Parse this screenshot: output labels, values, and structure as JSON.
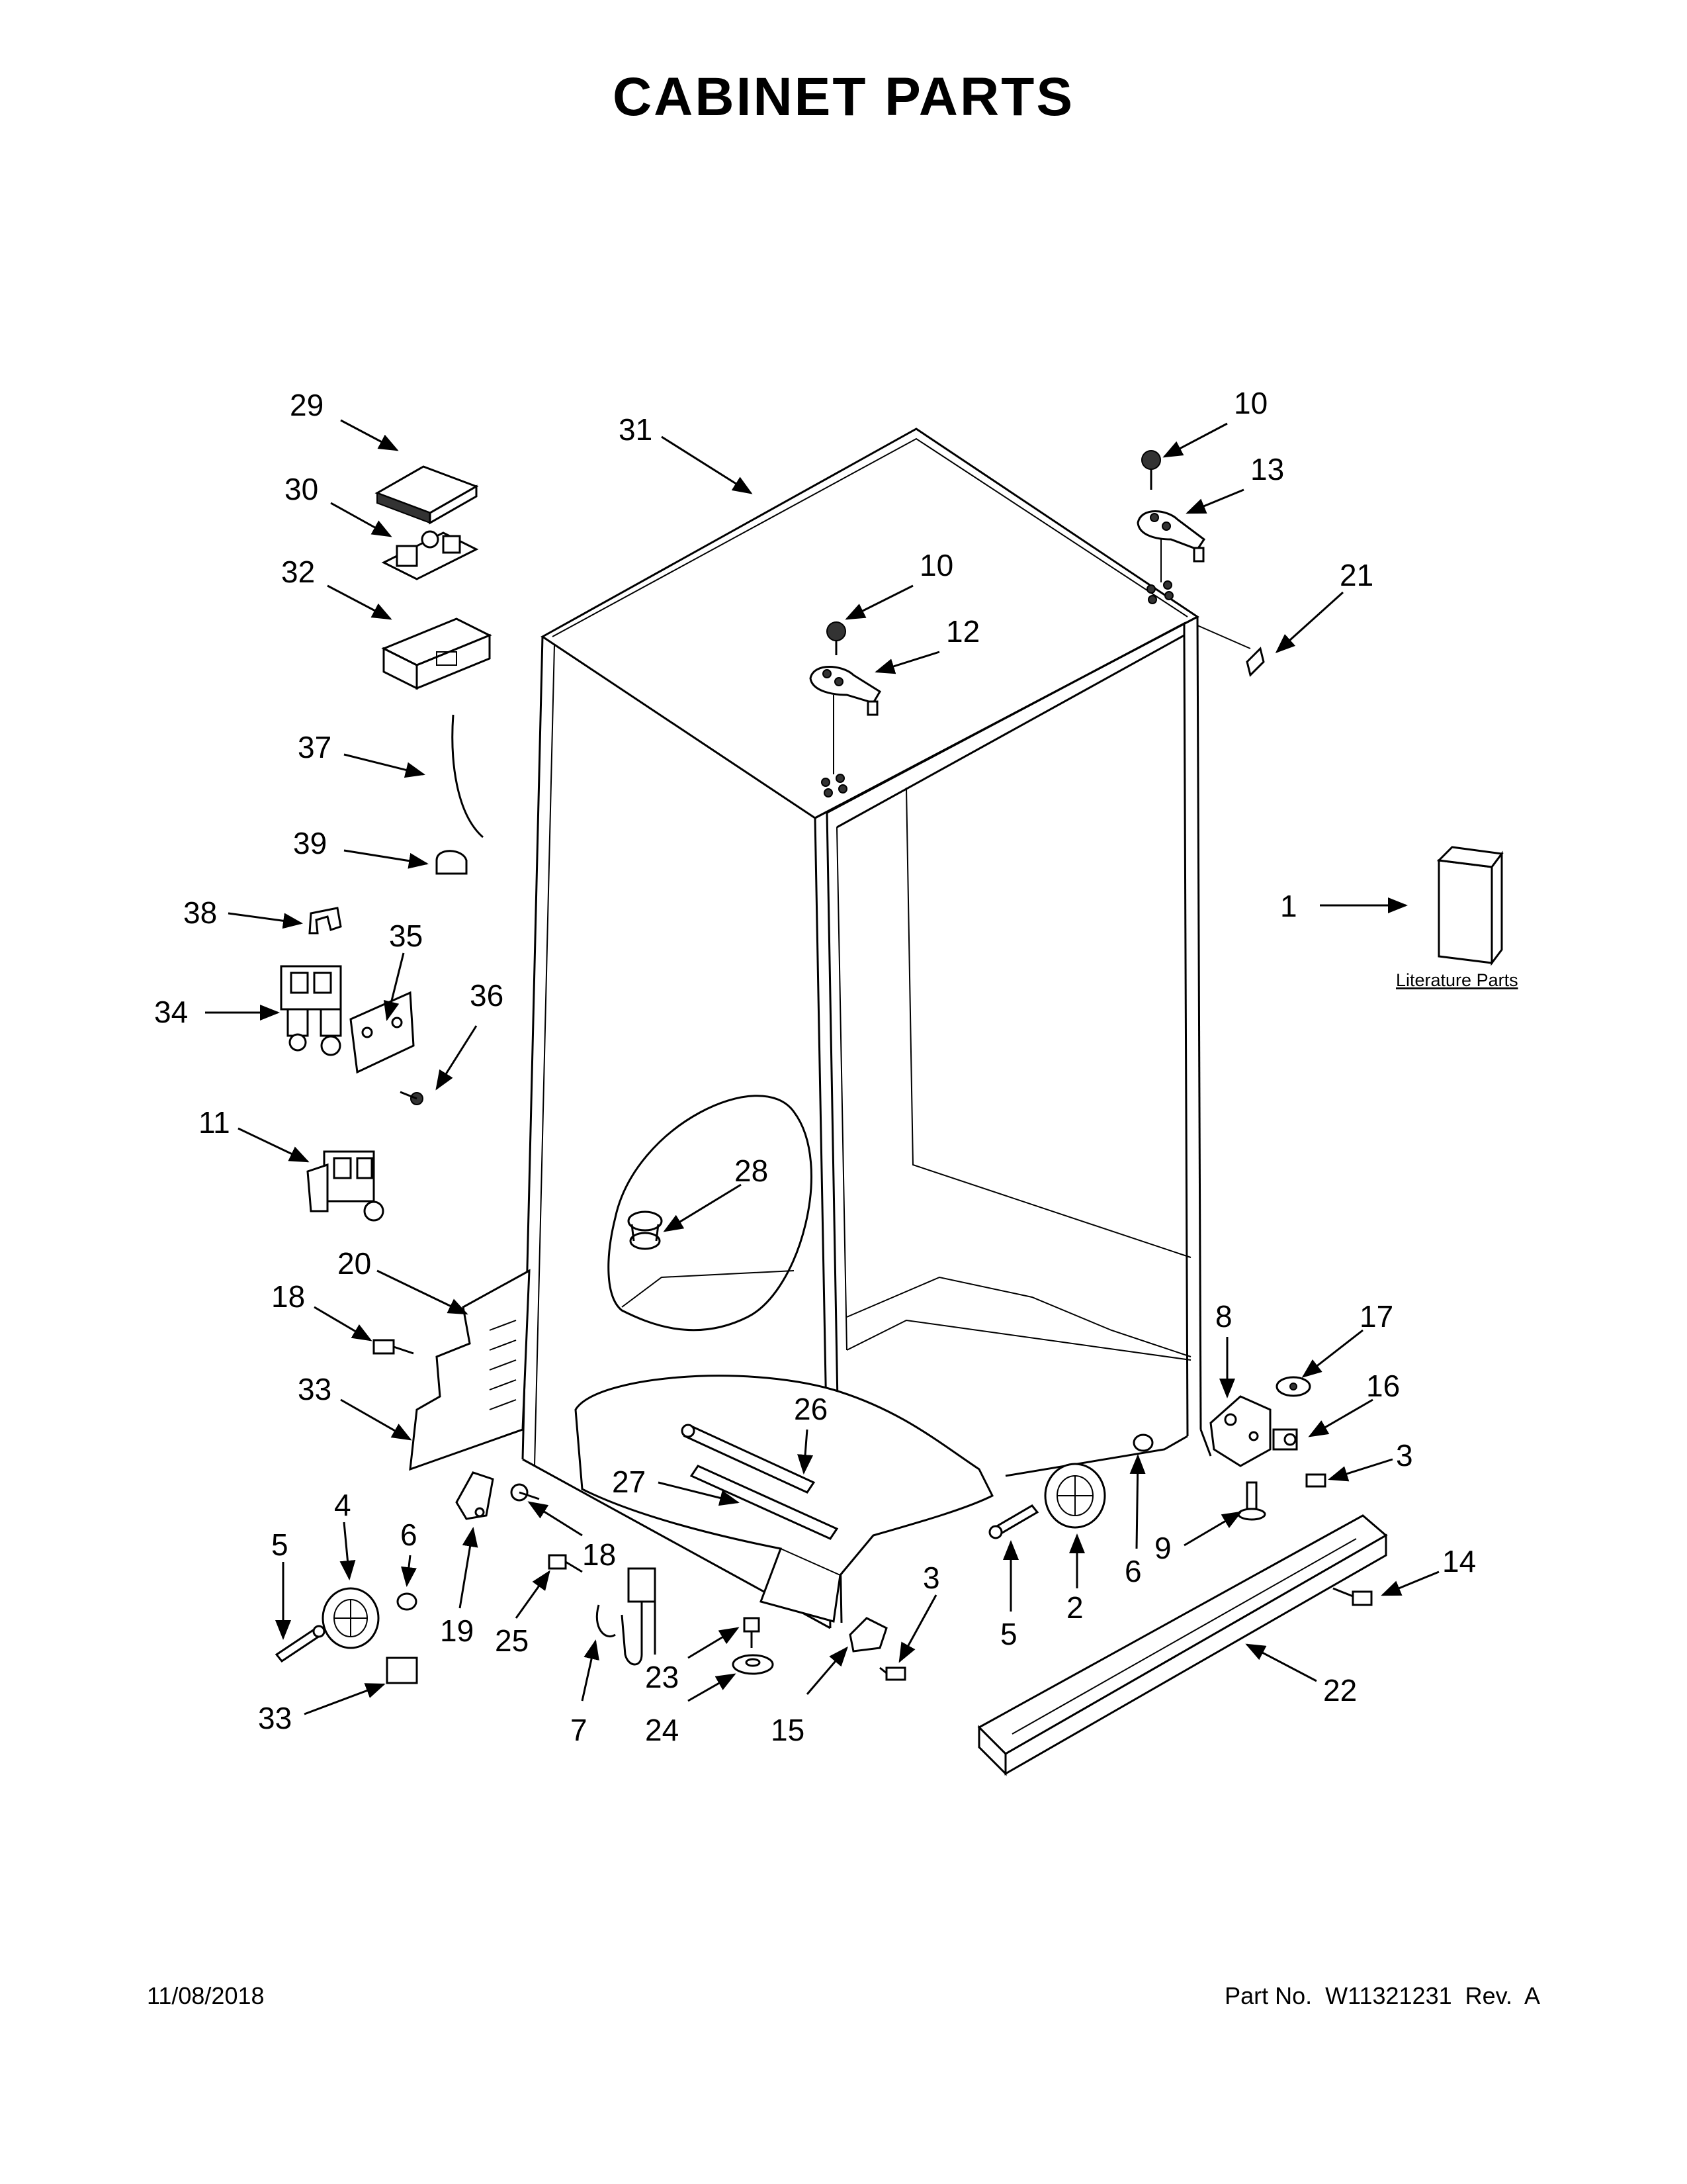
{
  "title": "CABINET PARTS",
  "footer": {
    "date": "11/08/2018",
    "part_number": "Part No.  W11321231  Rev.  A"
  },
  "literature_label": "Literature Parts",
  "callouts": {
    "c1": "1",
    "c2": "2",
    "c3a": "3",
    "c3b": "3",
    "c4": "4",
    "c5a": "5",
    "c5b": "5",
    "c6a": "6",
    "c6b": "6",
    "c7": "7",
    "c8": "8",
    "c9": "9",
    "c10a": "10",
    "c10b": "10",
    "c11": "11",
    "c12": "12",
    "c13": "13",
    "c14": "14",
    "c15": "15",
    "c16": "16",
    "c17": "17",
    "c18a": "18",
    "c18b": "18",
    "c19": "19",
    "c20": "20",
    "c21": "21",
    "c22": "22",
    "c23": "23",
    "c24": "24",
    "c25": "25",
    "c26": "26",
    "c27": "27",
    "c28": "28",
    "c29": "29",
    "c30": "30",
    "c31": "31",
    "c32": "32",
    "c33a": "33",
    "c33b": "33",
    "c34": "34",
    "c35": "35",
    "c36": "36",
    "c37": "37",
    "c38": "38",
    "c39": "39"
  }
}
